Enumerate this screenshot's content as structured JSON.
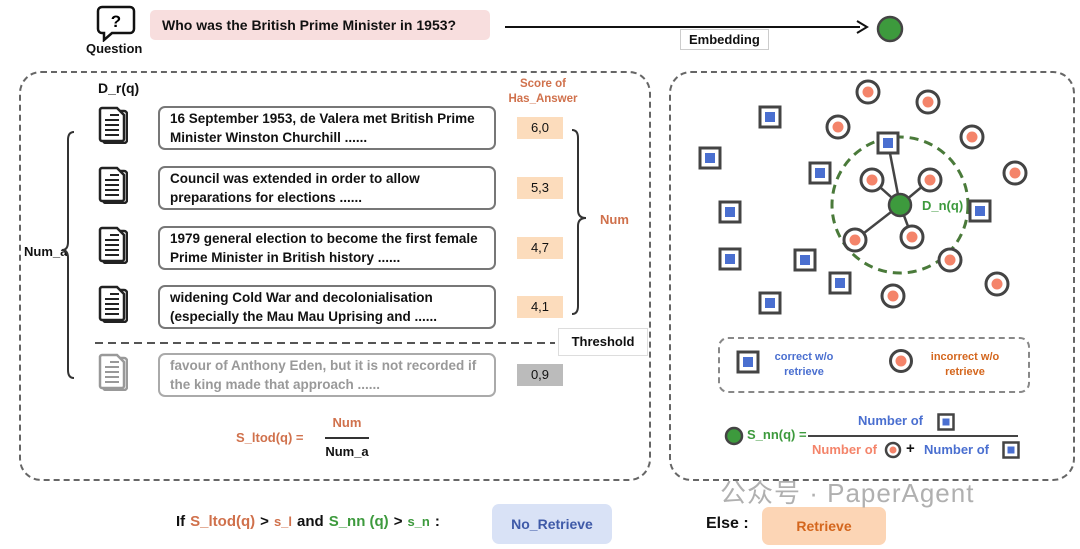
{
  "question": {
    "label": "Question",
    "text": "Who was the British Prime Minister in 1953?",
    "icon": "question-bubble-icon"
  },
  "embedding_label": "Embedding",
  "left_panel": {
    "retrieved_label": "D_r(q)",
    "score_header": "Score of Has_Answer",
    "num_a_label": "Num_a",
    "num_label": "Num",
    "threshold_label": "Threshold",
    "documents": [
      {
        "text": "16 September 1953, de Valera met British Prime Minister Winston Churchill ......",
        "score": "6,0",
        "above_threshold": true
      },
      {
        "text": "Council was extended in order to allow preparations for elections ......",
        "score": "5,3",
        "above_threshold": true
      },
      {
        "text": "1979 general election to become the first female Prime Minister in British history ......",
        "score": "4,7",
        "above_threshold": true
      },
      {
        "text": "widening Cold War and decolonialisation (especially the Mau Mau Uprising and ......",
        "score": "4,1",
        "above_threshold": true
      },
      {
        "text": "favour of Anthony Eden, but it is not recorded if the king made that approach ......",
        "score": "0,9",
        "above_threshold": false
      }
    ],
    "formula": {
      "lhs": "S_ltod(q) =",
      "numerator": "Num",
      "denominator": "Num_a"
    }
  },
  "right_panel": {
    "neighbor_label": "D_n(q)",
    "legend": {
      "correct": "correct w/o retrieve",
      "incorrect": "incorrect w/o retrieve"
    },
    "formula": {
      "lhs": "S_nn(q) =",
      "numerator": "Number of",
      "denominator_a": "Number of",
      "plus": "+",
      "denominator_b": "Number of"
    }
  },
  "decision": {
    "if": "If",
    "s_ltod": "S_ltod(q)",
    "gt1": ">",
    "s_l": "s_l",
    "and": "and",
    "s_nn": "S_nn (q)",
    "gt2": ">",
    "s_n": "s_n",
    "colon": ":",
    "no_retrieve": "No_Retrieve",
    "else": "Else :",
    "retrieve": "Retrieve"
  },
  "watermark": "公众号 · PaperAgent",
  "colors": {
    "orange": "#d0714c",
    "green": "#3d9a3d",
    "blue": "#4a6fd0",
    "score_bg": "#fcdcbc",
    "no_retrieve_bg": "#d9e2f6",
    "retrieve_bg": "#fcd5b5"
  }
}
